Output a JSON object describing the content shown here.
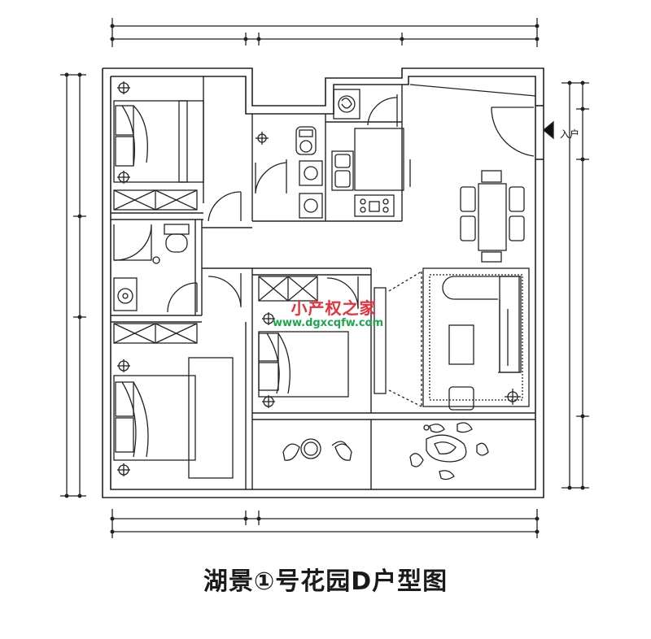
{
  "caption": "湖景①号花园D户型图",
  "entry_label": "入户",
  "watermark": {
    "name": "小产权之家",
    "url": "www.dgxcqfw.com"
  },
  "colors": {
    "line": "#222222",
    "watermark_red": "#e8303a",
    "watermark_green": "#1aa84a"
  }
}
